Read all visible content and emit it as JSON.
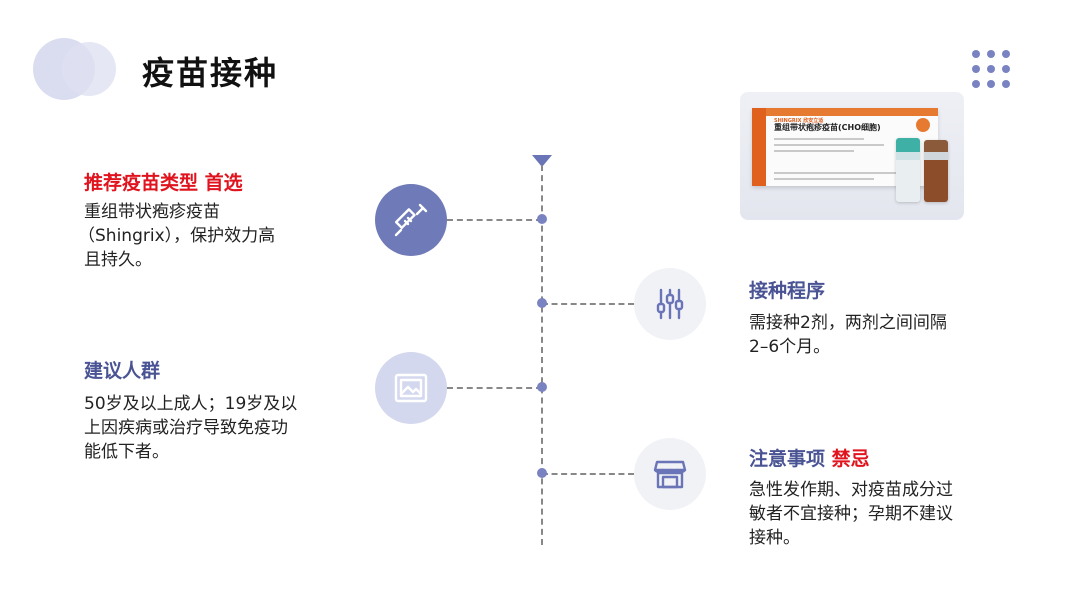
{
  "header": {
    "title": "疫苗接种"
  },
  "product": {
    "brand": "SHINGRIX 欣安立适",
    "name": "重组带状疱疹疫苗(CHO细胞)"
  },
  "sections": {
    "recommended": {
      "heading_main": "推荐疫苗类型",
      "heading_tag": "首选",
      "lines": [
        "重组带状疱疹疫苗",
        "（Shingrix），保护效力高",
        "且持久。"
      ]
    },
    "population": {
      "heading_main": "建议人群",
      "lines": [
        "50岁及以上成人；19岁及以",
        "上因疾病或治疗导致免疫功",
        "能低下者。"
      ]
    },
    "schedule": {
      "heading_main": "接种程序",
      "lines": [
        "需接种2剂，两剂之间间隔",
        "2–6个月。"
      ]
    },
    "notes": {
      "heading_main": "注意事项",
      "heading_tag": "禁忌",
      "lines": [
        "急性发作期、对疫苗成分过",
        "敏者不宜接种；孕期不建议",
        "接种。"
      ]
    }
  },
  "icons": {
    "recommended": "syringe-icon",
    "population": "image-icon",
    "schedule": "sliders-icon",
    "notes": "storefront-icon"
  },
  "colors": {
    "accent": "#6f7ab8",
    "heading_blue": "#4a5494",
    "heading_red": "#e0141e"
  }
}
